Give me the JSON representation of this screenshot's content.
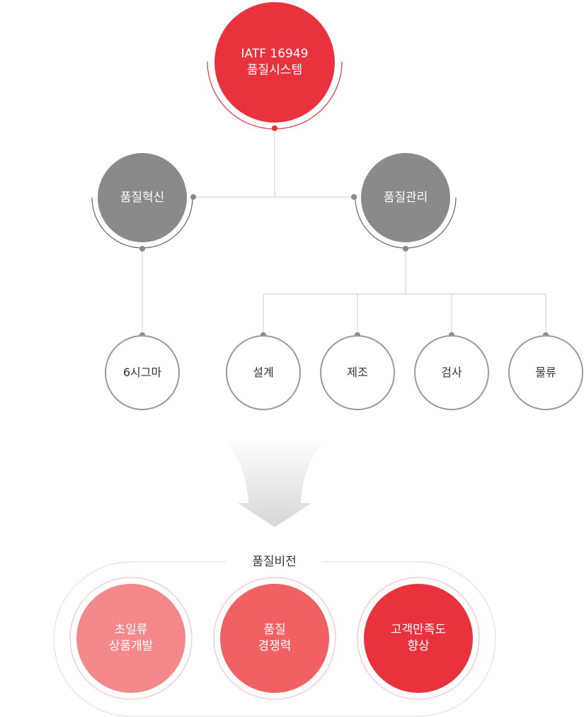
{
  "root": {
    "label": "IATF 16949\n품질시스템"
  },
  "branches": [
    {
      "label": "품질혁신"
    },
    {
      "label": "품질관리"
    }
  ],
  "leaves": [
    {
      "label": "6시그마"
    },
    {
      "label": "설계"
    },
    {
      "label": "제조"
    },
    {
      "label": "검사"
    },
    {
      "label": "물류"
    }
  ],
  "vision": {
    "title": "품질비전",
    "items": [
      {
        "label": "초일류\n상품개발",
        "color": "#f4888a"
      },
      {
        "label": "품질\n경쟁력",
        "color": "#ef6163"
      },
      {
        "label": "고객만족도\n향상",
        "color": "#e8333f"
      }
    ]
  },
  "colors": {
    "accent": "#e8333f",
    "gray": "#8a8a8a",
    "line": "#cccccc",
    "arrow": "#dddddd"
  }
}
